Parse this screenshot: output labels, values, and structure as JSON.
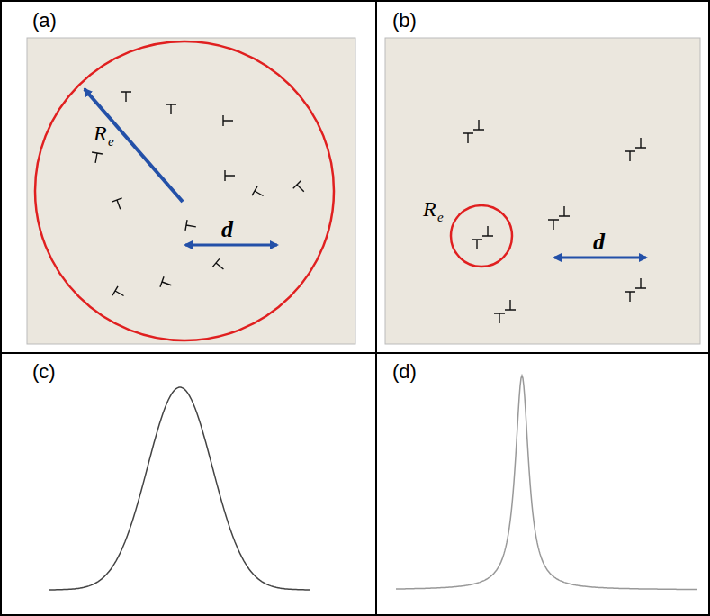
{
  "diagram": {
    "labels": [
      "(a)",
      "R",
      "e",
      "d",
      "(b)",
      "R",
      "e",
      "d",
      "(c)",
      "(d)"
    ]
  }
}
